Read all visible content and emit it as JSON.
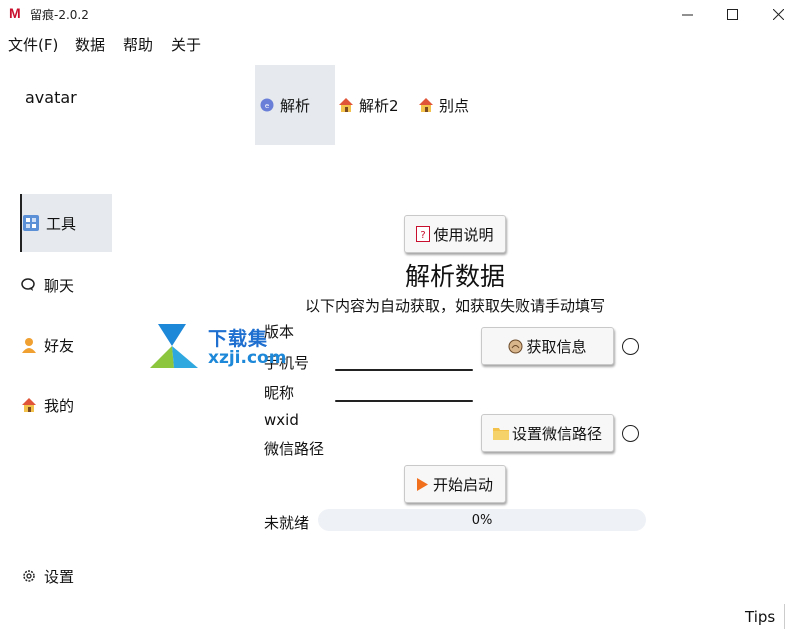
{
  "window": {
    "title": "留痕-2.0.2",
    "logo_letter": "M"
  },
  "menu": [
    "文件(F)",
    "数据",
    "帮助",
    "关于"
  ],
  "sidebar": {
    "avatar": "avatar",
    "items": [
      {
        "label": "工具",
        "icon": "toolbox-icon"
      },
      {
        "label": "聊天",
        "icon": "chat-icon"
      },
      {
        "label": "好友",
        "icon": "person-icon"
      },
      {
        "label": "我的",
        "icon": "house-icon"
      }
    ],
    "settings": "设置"
  },
  "tabs": [
    {
      "label": "解析",
      "icon": "decode-icon"
    },
    {
      "label": "解析2",
      "icon": "house-icon"
    },
    {
      "label": "别点",
      "icon": "house-icon"
    }
  ],
  "main": {
    "help_button": "使用说明",
    "heading": "解析数据",
    "subheading": "以下内容为自动获取，如获取失败请手动填写",
    "fields": [
      "版本",
      "手机号",
      "昵称",
      "wxid",
      "微信路径"
    ],
    "get_info_button": "获取信息",
    "set_path_button": "设置微信路径",
    "start_button": "开始启动",
    "status": "未就绪",
    "progress": "0%"
  },
  "watermark": {
    "title": "下载集",
    "url": "xzji.com"
  },
  "tips": "Tips",
  "colors": {
    "accent": "#e6eaee",
    "logo": "#c8102e",
    "start": "#f0701e"
  }
}
